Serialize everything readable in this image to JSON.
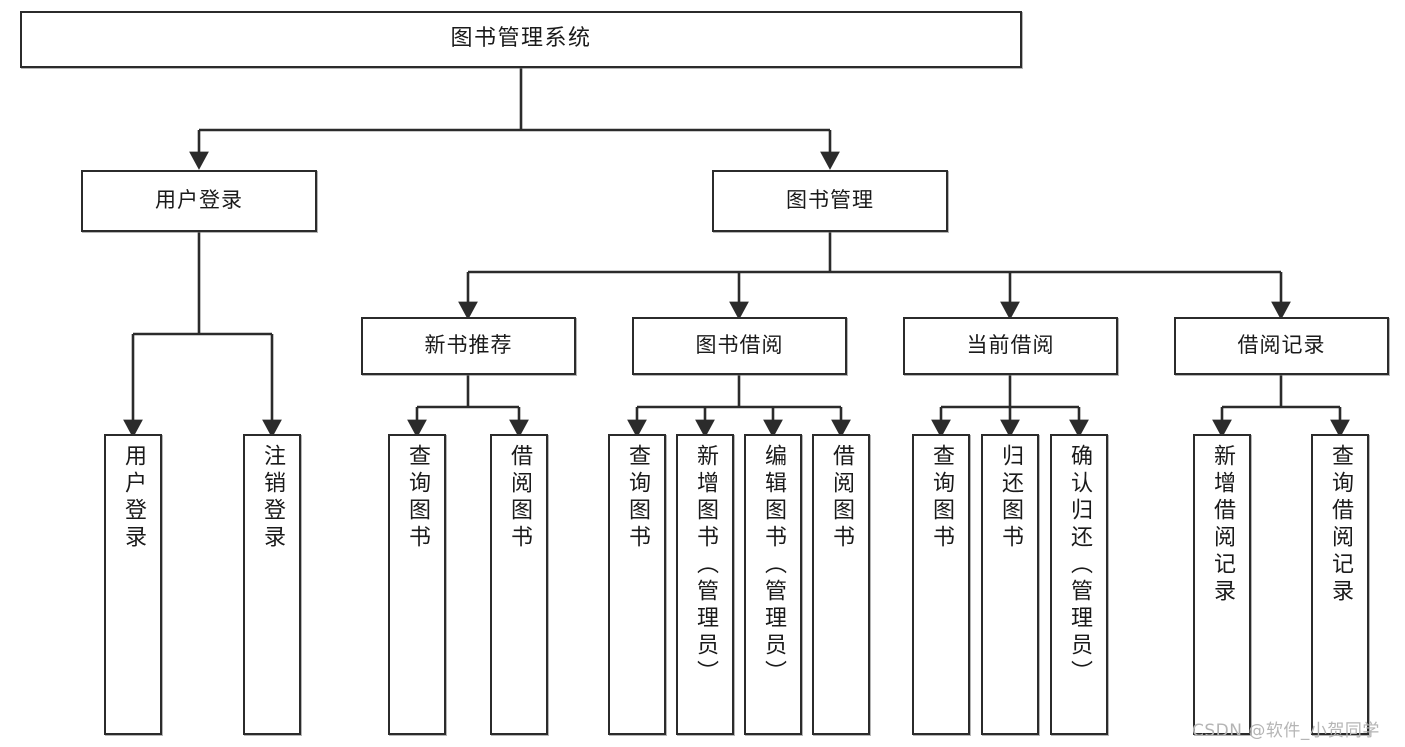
{
  "diagram": {
    "title": "图书管理系统",
    "type": "tree-hierarchy-chart",
    "watermark": "CSDN @软件_小贺同学",
    "colors": {
      "stroke": "#2b2b2b",
      "fill": "#ffffff",
      "text": "#1a1a1a",
      "watermark": "#b5b5b5"
    },
    "root": {
      "label": "图书管理系统"
    },
    "level2": [
      {
        "id": "user-login",
        "label": "用户登录"
      },
      {
        "id": "book-management",
        "label": "图书管理"
      }
    ],
    "level3": [
      {
        "id": "new-book-recommend",
        "label": "新书推荐"
      },
      {
        "id": "book-borrow",
        "label": "图书借阅"
      },
      {
        "id": "current-borrow",
        "label": "当前借阅"
      },
      {
        "id": "borrow-record",
        "label": "借阅记录"
      }
    ],
    "leaves": {
      "user_login": [
        {
          "id": "leaf-user-login",
          "label": "用户登录"
        },
        {
          "id": "leaf-logout",
          "label": "注销登录"
        }
      ],
      "new_book_recommend": [
        {
          "id": "leaf-query-book-1",
          "label": "查询图书"
        },
        {
          "id": "leaf-borrow-book-1",
          "label": "借阅图书"
        }
      ],
      "book_borrow": [
        {
          "id": "leaf-query-book-2",
          "label": "查询图书"
        },
        {
          "id": "leaf-add-book",
          "label": "新增图书（管理员）"
        },
        {
          "id": "leaf-edit-book",
          "label": "编辑图书（管理员）"
        },
        {
          "id": "leaf-borrow-book-2",
          "label": "借阅图书"
        }
      ],
      "current_borrow": [
        {
          "id": "leaf-query-book-3",
          "label": "查询图书"
        },
        {
          "id": "leaf-return-book",
          "label": "归还图书"
        },
        {
          "id": "leaf-confirm-return",
          "label": "确认归还（管理员）"
        }
      ],
      "borrow_record": [
        {
          "id": "leaf-add-record",
          "label": "新增借阅记录"
        },
        {
          "id": "leaf-query-record",
          "label": "查询借阅记录"
        }
      ]
    }
  }
}
